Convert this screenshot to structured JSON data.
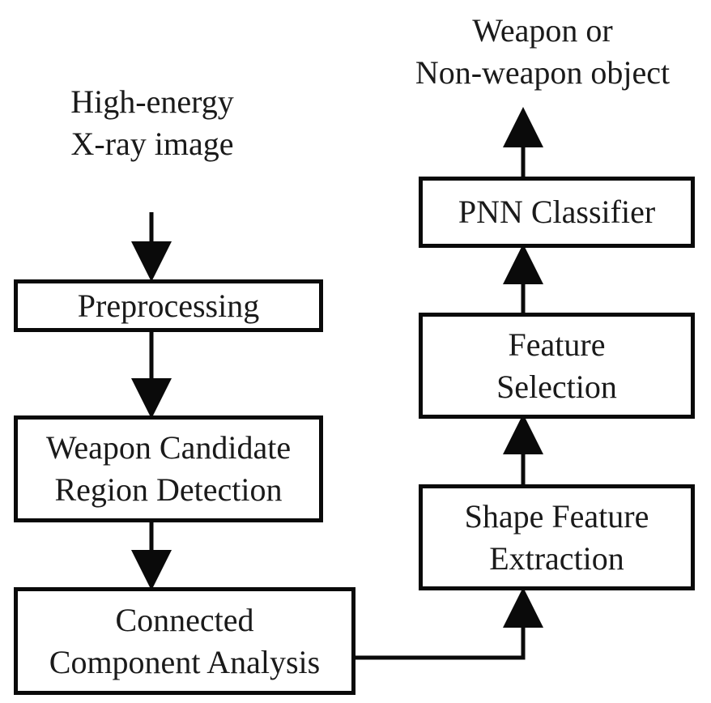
{
  "diagram": {
    "input_label": [
      "High-energy",
      "X-ray image"
    ],
    "output_label": [
      "Weapon or",
      "Non-weapon object"
    ],
    "nodes": [
      {
        "id": "preprocessing",
        "lines": [
          "Preprocessing"
        ]
      },
      {
        "id": "candidate",
        "lines": [
          "Weapon Candidate",
          "Region Detection"
        ]
      },
      {
        "id": "cca",
        "lines": [
          "Connected",
          "Component Analysis"
        ]
      },
      {
        "id": "shape",
        "lines": [
          "Shape Feature",
          "Extraction"
        ]
      },
      {
        "id": "selection",
        "lines": [
          "Feature",
          "Selection"
        ]
      },
      {
        "id": "pnn",
        "lines": [
          "PNN Classifier"
        ]
      }
    ],
    "edges": [
      [
        "input",
        "preprocessing"
      ],
      [
        "preprocessing",
        "candidate"
      ],
      [
        "candidate",
        "cca"
      ],
      [
        "cca",
        "shape"
      ],
      [
        "shape",
        "selection"
      ],
      [
        "selection",
        "pnn"
      ],
      [
        "pnn",
        "output"
      ]
    ],
    "colors": {
      "stroke": "#0a0a0a",
      "text": "#1a1a1a",
      "background": "#ffffff"
    }
  }
}
